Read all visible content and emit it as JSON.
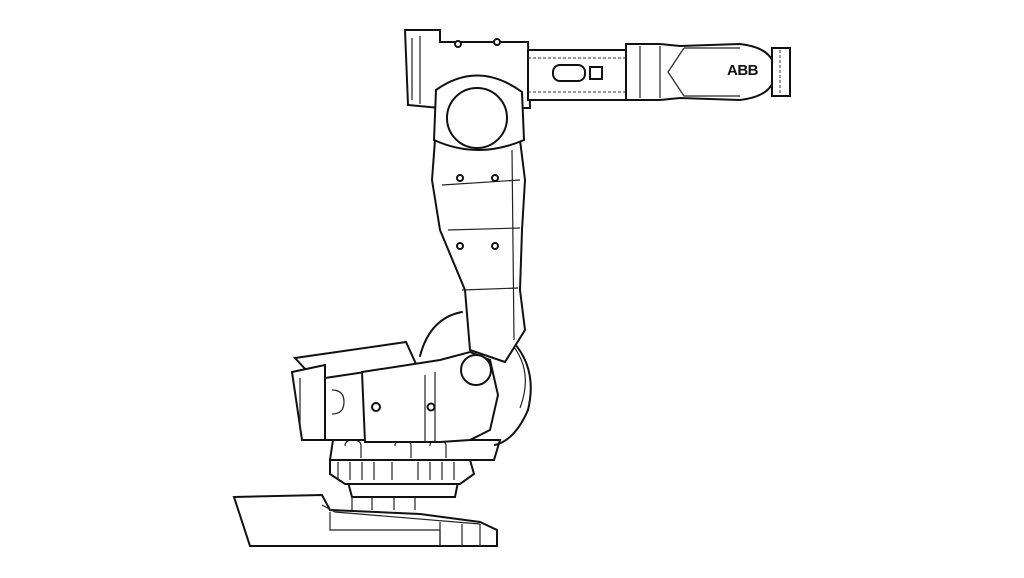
{
  "figure": {
    "type": "line-drawing",
    "subject": "industrial robot arm",
    "logo_text": "ABB",
    "line_color": "#111111",
    "background": "#ffffff"
  }
}
